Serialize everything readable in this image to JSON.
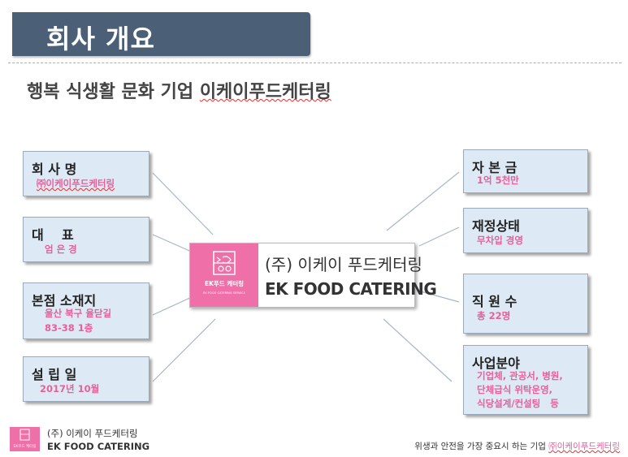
{
  "header": {
    "title": "회사 개요"
  },
  "subtitle": {
    "prefix": "행복 식생활 문화 기업 ",
    "company": "이케이푸드케터링"
  },
  "left_boxes": [
    {
      "label": "회 사 명",
      "values": [
        "㈜이케이푸드케터링"
      ]
    },
    {
      "label": "대    표",
      "values": [
        "엄 은 경"
      ]
    },
    {
      "label": "본점 소재지",
      "values": [
        "울산 북구 율닫길",
        "83-38 1층"
      ]
    },
    {
      "label": "설 립 일",
      "values": [
        "2017년 10월"
      ]
    }
  ],
  "right_boxes": [
    {
      "label": "자 본 금",
      "values": [
        "1억 5천만"
      ]
    },
    {
      "label": "재정상태",
      "values": [
        "무차입 경영"
      ]
    },
    {
      "label": "직 원 수",
      "values": [
        "총 22명"
      ]
    },
    {
      "label": "사업분야",
      "values": [
        "기업체, 관공서, 병원,",
        "단체급식 위탁운영,",
        "식당설계/컨설팅   등"
      ]
    }
  ],
  "center": {
    "logo_brand": "EK푸드 케터링",
    "logo_tagline": "EK FOOD CATERING SERVICE",
    "name_ko": "(주) 이케이 푸드케터링",
    "name_en": "EK FOOD CATERING"
  },
  "footer": {
    "logo_brand": "EK푸드 케터링",
    "name_ko": "(주) 이케이 푸드케터링",
    "name_en": "EK FOOD CATERING",
    "slogan": "위생과 안전을 가장 중요시 하는 기업 ",
    "company": "㈜이케이푸드케터링"
  },
  "colors": {
    "title_bar": "#4b6077",
    "box_bg": "#dde9f5",
    "accent_pink": "#e6609a",
    "logo_pink": "#ef6fa8"
  }
}
